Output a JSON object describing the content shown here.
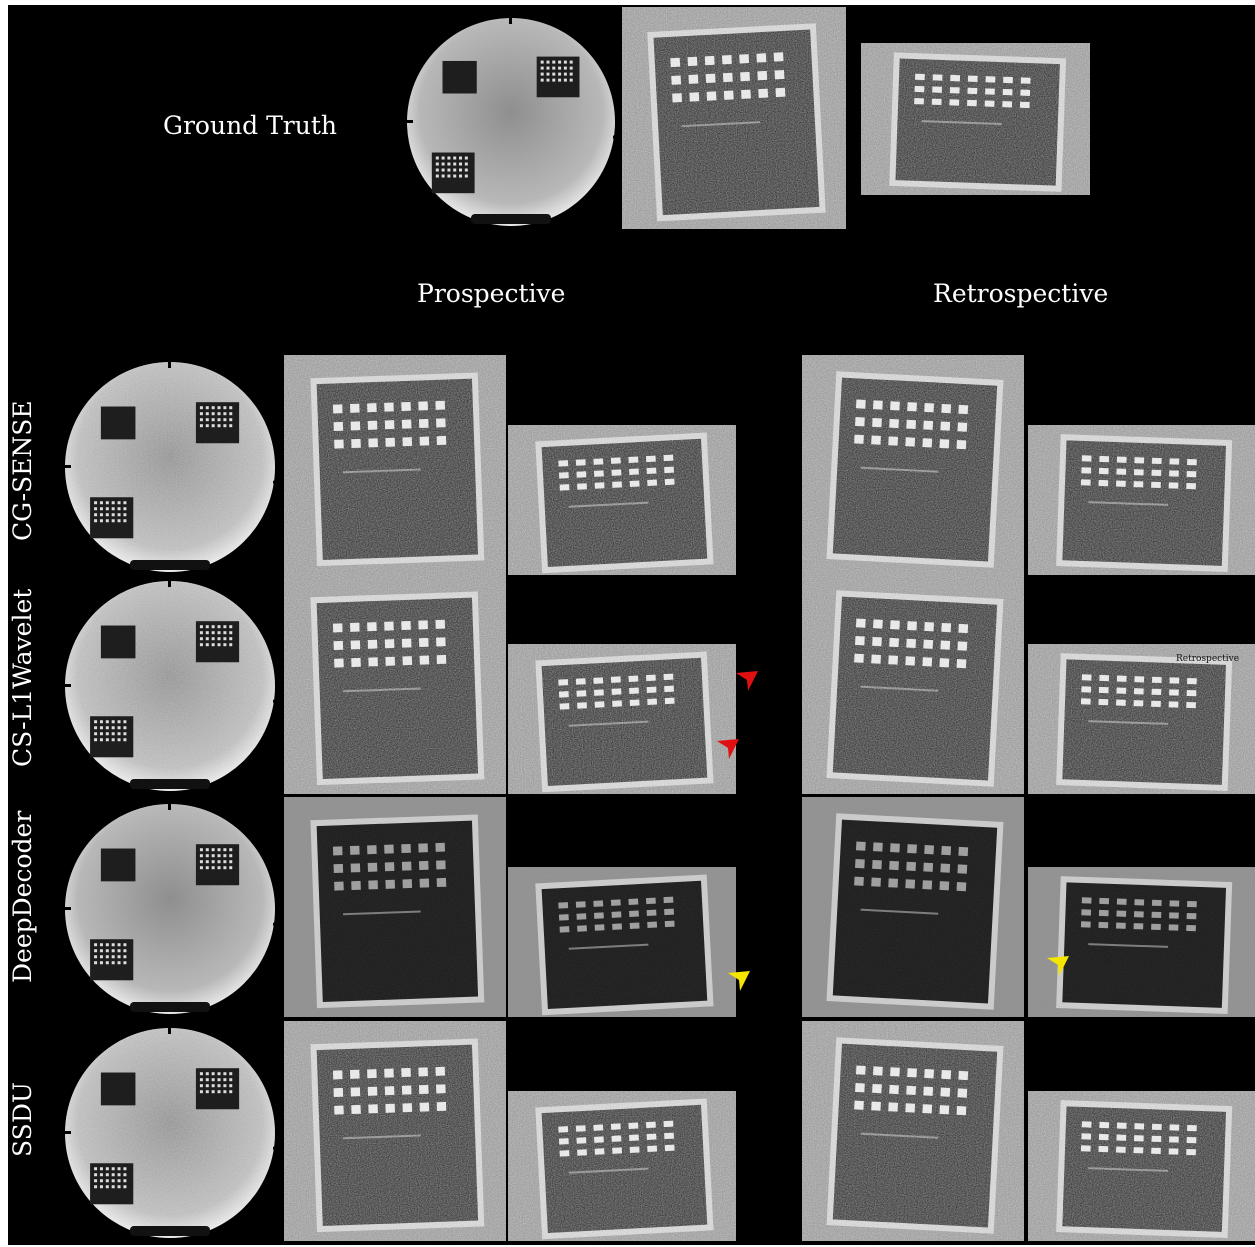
{
  "labels": {
    "ground_truth": "Ground Truth",
    "prospective": "Prospective",
    "retrospective": "Retrospective",
    "retrospective_small": "Retrospective"
  },
  "rows": [
    {
      "label": "CG-SENSE",
      "style": "noisy"
    },
    {
      "label": "CS-L1Wavelet",
      "style": "noisy"
    },
    {
      "label": "DeepDecoder",
      "style": "smooth"
    },
    {
      "label": "SSDU",
      "style": "noisy"
    }
  ],
  "markers": [
    {
      "color": "#e01010",
      "panel": "prospective-zoom-small",
      "row": "CS-L1Wavelet"
    },
    {
      "color": "#e01010",
      "panel": "prospective-zoom-small",
      "row": "CS-L1Wavelet"
    },
    {
      "color": "#f5e600",
      "panel": "prospective-zoom-small",
      "row": "DeepDecoder"
    },
    {
      "color": "#f5e600",
      "panel": "retrospective-zoom-small",
      "row": "DeepDecoder"
    }
  ],
  "colors": {
    "background": "#000000",
    "text": "#ffffff"
  }
}
